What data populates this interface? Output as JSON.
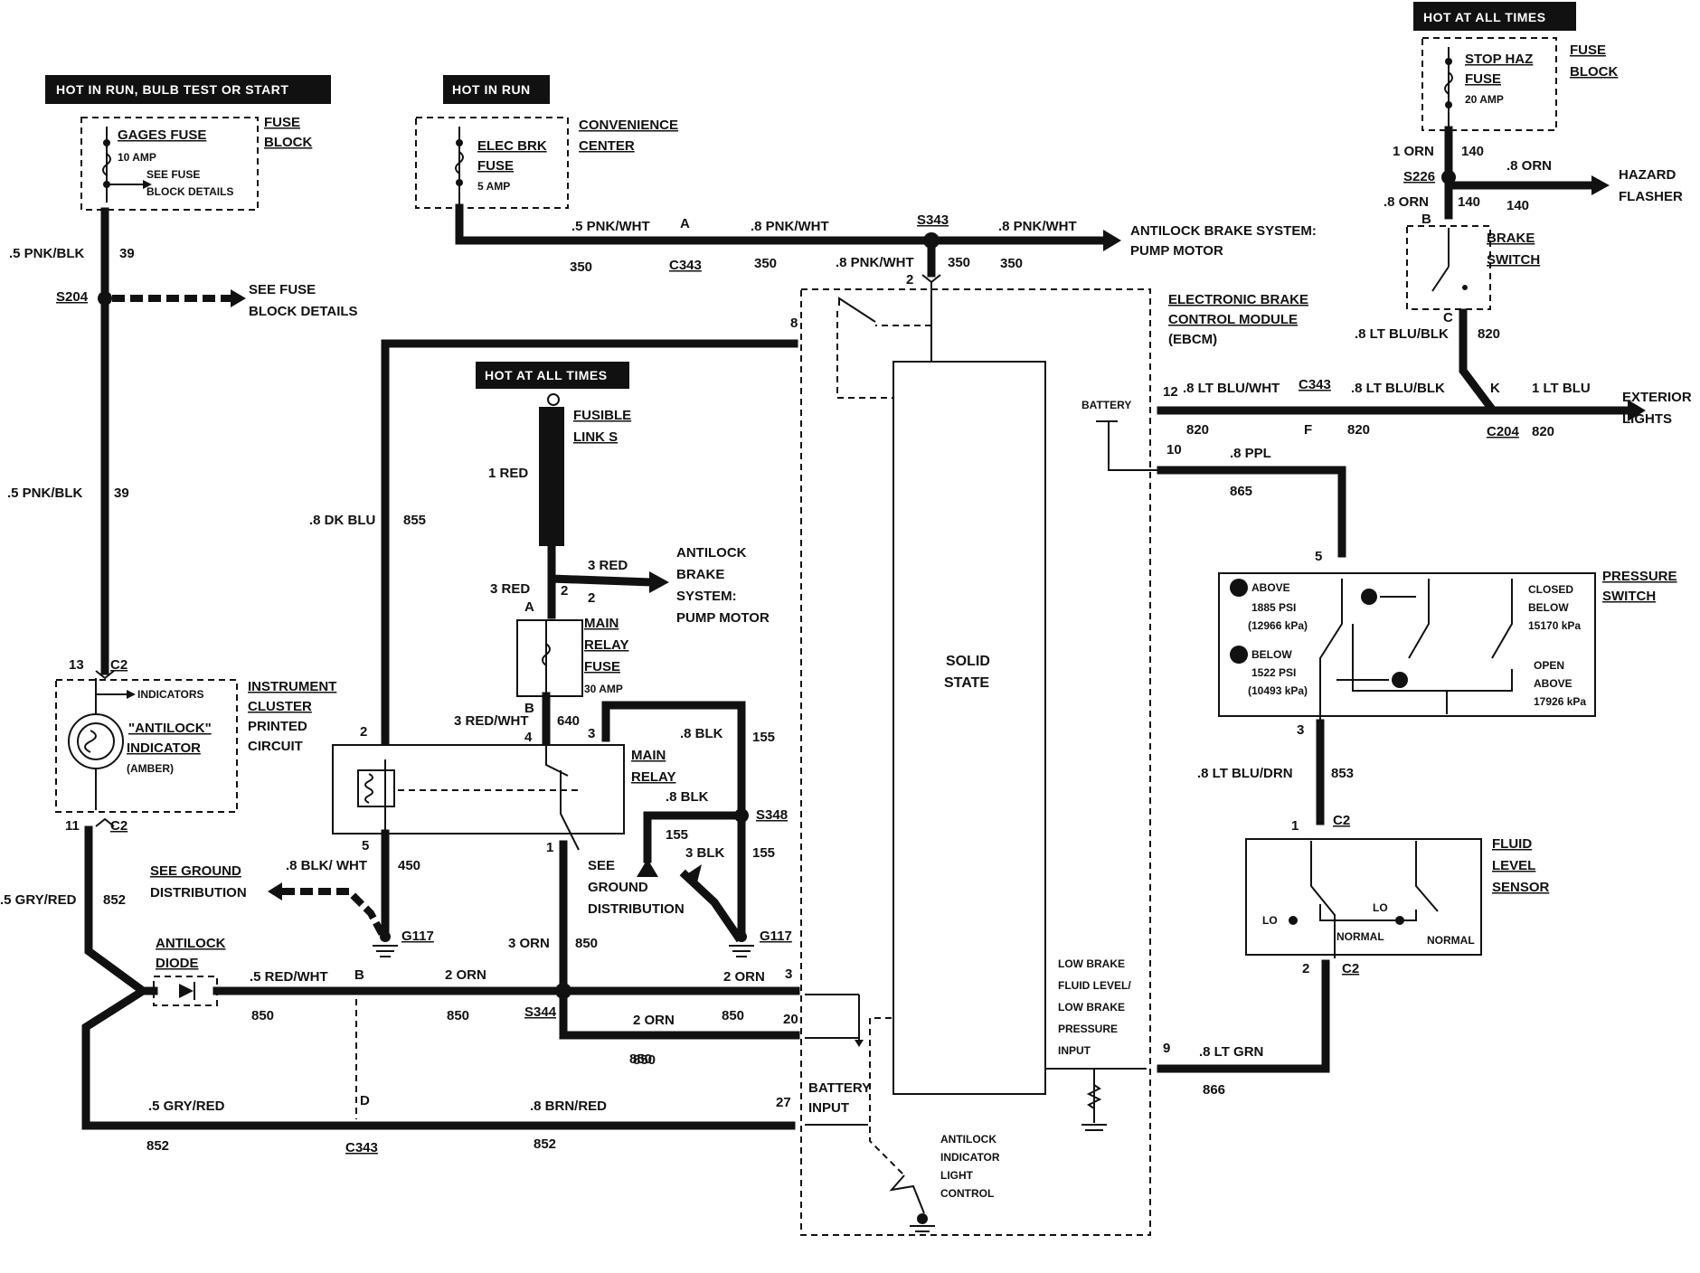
{
  "tags": {
    "hot_run_bulb": "HOT IN RUN, BULB TEST OR START",
    "hot_run": "HOT IN RUN",
    "hot_all_1": "HOT AT ALL TIMES",
    "hot_all_2": "HOT AT ALL TIMES"
  },
  "fuses": {
    "gages": {
      "name1": "GAGES FUSE",
      "amp": "10 AMP",
      "note1": "SEE FUSE",
      "note2": "BLOCK DETAILS",
      "block1": "FUSE",
      "block2": "BLOCK"
    },
    "elec_brk": {
      "name1": "ELEC BRK",
      "name2": "FUSE",
      "amp": "5 AMP",
      "center1": "CONVENIENCE",
      "center2": "CENTER"
    },
    "stop_haz": {
      "name1": "STOP HAZ",
      "name2": "FUSE",
      "amp": "20 AMP",
      "block1": "FUSE",
      "block2": "BLOCK"
    }
  },
  "wires": {
    "w1": ".5 PNK/BLK",
    "w1n": "39",
    "s204": "S204",
    "see_fuse1": "SEE FUSE",
    "see_fuse2": "BLOCK DETAILS",
    "w2": ".5 PNK/BLK",
    "w2n": "39",
    "pnkwht1": ".5 PNK/WHT",
    "n350a": "350",
    "conA": "A",
    "c343a": "C343",
    "pnkwht2": ".8 PNK/WHT",
    "n350b": "350",
    "s343": "S343",
    "pnkwht3": ".8 PNK/WHT",
    "n350c": "350",
    "pnkwht4": ".8 PNK/WHT",
    "n350d": "350",
    "abs_pump1": "ANTILOCK BRAKE SYSTEM:",
    "abs_pump2": "PUMP MOTOR",
    "orn1": "1 ORN",
    "n140a": "140",
    "s226": "S226",
    "orn2": ".8 ORN",
    "hazard1": "HAZARD",
    "hazard2": "FLASHER",
    "orn3": ".8 ORN",
    "n140b": "140",
    "n140c": "140",
    "brake_sw1": "BRAKE",
    "brake_sw2": "SWITCH",
    "pinB": "B",
    "pinC": "C",
    "ltblublk1": ".8 LT BLU/BLK",
    "n820a": "820",
    "dkblu": ".8 DK BLU",
    "n855": "855",
    "fusible1": "FUSIBLE",
    "fusible2": "LINK S",
    "red1": "1 RED",
    "red3a": "3 RED",
    "n2a": "2",
    "red3b": "3 RED",
    "n2b": "2",
    "pinA2": "A",
    "abs2_1": "ANTILOCK",
    "abs2_2": "BRAKE",
    "abs2_3": "SYSTEM:",
    "abs2_4": "PUMP MOTOR",
    "mrf1": "MAIN",
    "mrf2": "RELAY",
    "mrf3": "FUSE",
    "mrf4": "30 AMP",
    "pinB2": "B",
    "redwht3": "3 RED/WHT",
    "n640": "640",
    "p4": "4",
    "p3": "3",
    "blk8a": ".8 BLK",
    "n155a": "155",
    "mainrelay1": "MAIN",
    "mainrelay2": "RELAY",
    "p2r": "2",
    "blk8b": ".8 BLK",
    "s348": "S348",
    "n155b": "155",
    "blk3": "3 BLK",
    "n155c": "155",
    "p5": "5",
    "p1": "1",
    "blkwht": ".8 BLK/ WHT",
    "n450": "450",
    "g117a": "G117",
    "g117b": "G117",
    "seeground1": "SEE GROUND",
    "seeground2": "DISTRIBUTION",
    "seeground3": "SEE",
    "seeground4": "GROUND",
    "seeground5": "DISTRIBUTION",
    "orn3b": "3 ORN",
    "n850a": "850",
    "p13": "13",
    "c2a": "C2",
    "indicators": "INDICATORS",
    "antilock_ind1": "\"ANTILOCK\"",
    "antilock_ind2": "INDICATOR",
    "amber": "(AMBER)",
    "ic1": "INSTRUMENT",
    "ic2": "CLUSTER",
    "ic3": "PRINTED",
    "ic4": "CIRCUIT",
    "p11": "11",
    "c2b": "C2",
    "gryred1": ".5 GRY/RED",
    "n852a": "852",
    "diode1": "ANTILOCK",
    "diode2": "DIODE",
    "redwht5": ".5 RED/WHT",
    "n850b": "850",
    "pB": "B",
    "orn2a": "2 ORN",
    "n850c": "850",
    "s344": "S344",
    "orn2b": "2 ORN",
    "n850d": "850",
    "p3b": "3",
    "orn2c": "2 ORN",
    "n850e": "850",
    "n850f": "850",
    "p20": "20",
    "gryred2": ".5 GRY/RED",
    "n852b": "852",
    "pD": "D",
    "c343b": "C343",
    "brnred": ".8 BRN/RED",
    "n852c": "852",
    "p27": "27",
    "ebcm1": "ELECTRONIC BRAKE",
    "ebcm2": "CONTROL MODULE",
    "ebcm3": "(EBCM)",
    "p2e": "2",
    "p8": "8",
    "p12": "12",
    "p10": "10",
    "p9": "9",
    "ltbluwht": ".8 LT BLU/WHT",
    "n820b": "820",
    "c343c": "C343",
    "pF": "F",
    "ltblublk2": ".8 LT BLU/BLK",
    "n820c": "820",
    "pK": "K",
    "ltblu1": "1 LT BLU",
    "c204": "C204",
    "n820d": "820",
    "ext1": "EXTERIOR",
    "ext2": "LIGHTS",
    "battery": "BATTERY",
    "ppl": ".8 PPL",
    "n865": "865",
    "solid1": "SOLID",
    "solid2": "STATE",
    "lbf1": "LOW BRAKE",
    "lbf2": "FLUID LEVEL/",
    "lbf3": "LOW BRAKE",
    "lbf4": "PRESSURE",
    "lbf5": "INPUT",
    "batt_in1": "BATTERY",
    "batt_in2": "INPUT",
    "ail1": "ANTILOCK",
    "ail2": "INDICATOR",
    "ail3": "LIGHT",
    "ail4": "CONTROL",
    "p5s": "5",
    "ps1": "PRESSURE",
    "ps2": "SWITCH",
    "above": "ABOVE",
    "above_psi": "1885 PSI",
    "above_kpa": "(12966 kPa)",
    "below": "BELOW",
    "below_psi": "1522 PSI",
    "below_kpa": "(10493 kPa)",
    "closed": "CLOSED",
    "closed_below": "BELOW",
    "closed_kpa": "15170 kPa",
    "open": "OPEN",
    "open_above": "ABOVE",
    "open_kpa": "17926 kPa",
    "n1": "1",
    "n2": "2",
    "p3s": "3",
    "ltbludrn": ".8 LT BLU/DRN",
    "n853": "853",
    "p1f": "1",
    "c2c": "C2",
    "fls1": "FLUID",
    "fls2": "LEVEL",
    "fls3": "SENSOR",
    "lo1": "LO",
    "normal1": "NORMAL",
    "lo2": "LO",
    "normal2": "NORMAL",
    "p2f": "2",
    "c2d": "C2",
    "ltgrn": ".8 LT GRN",
    "n866": "866"
  }
}
